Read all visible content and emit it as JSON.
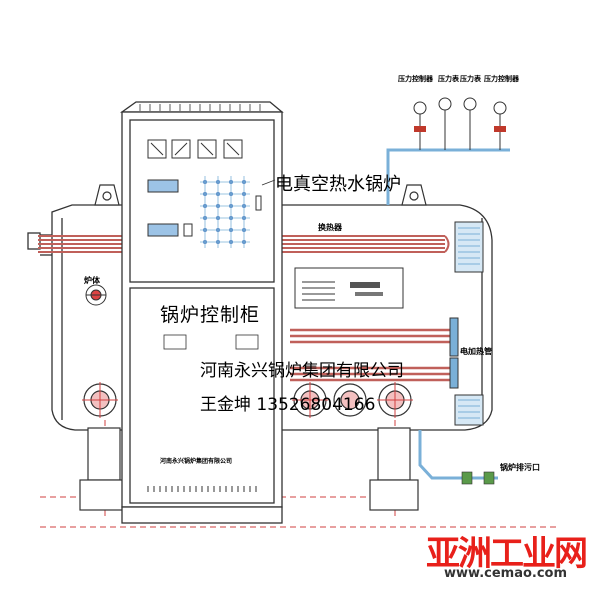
{
  "labels": {
    "pressure_controller_1": "压力控制器",
    "pressure_gauge_1": "压力表",
    "pressure_gauge_2": "压力表",
    "pressure_controller_2": "压力控制器",
    "title": "电真空热水锅炉",
    "heat_exchanger": "换热器",
    "furnace_body": "炉体",
    "cabinet": "锅炉控制柜",
    "company": "河南永兴锅炉集团有限公司",
    "contact": "王金坤 13526804166",
    "electric_heating_tube": "电加热管",
    "drain_outlet": "锅炉排污口",
    "cabinet_plate": "河南永兴锅炉集团有限公司"
  },
  "watermark": {
    "brand": "亚洲工业网",
    "url": "www.cemao.com"
  },
  "colors": {
    "heat_tube": "#c0605a",
    "outline": "#333333",
    "panel_blue": "#7ab0d8",
    "watermark_red": "#e8201a"
  }
}
